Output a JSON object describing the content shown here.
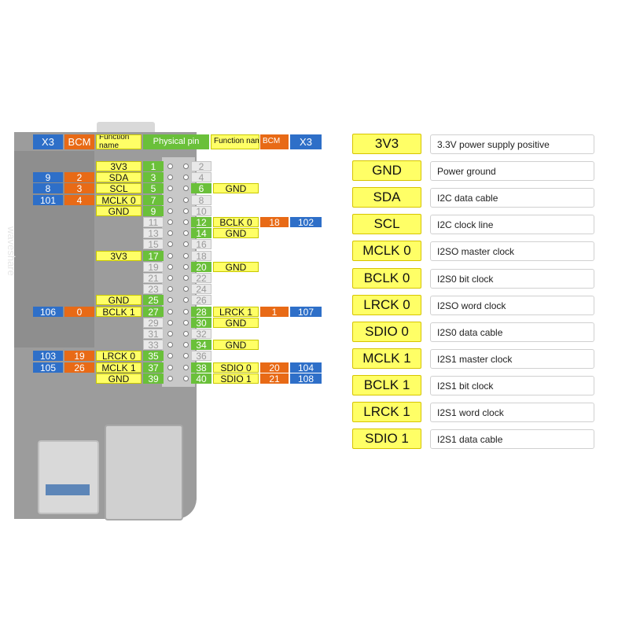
{
  "header": {
    "x3_left": "X3",
    "bcm": "BCM",
    "function_name_left": "Function name",
    "physical_pin": "Physical pin",
    "function_name_right": "Function name",
    "bcm_right": "BCM",
    "x3_right": "X3"
  },
  "board": {
    "brand": "waveshare"
  },
  "left_pins": [
    {
      "pin": "1",
      "func": "3V3",
      "bcm": "",
      "x3": "",
      "active": true
    },
    {
      "pin": "3",
      "func": "SDA",
      "bcm": "2",
      "x3": "9",
      "active": true
    },
    {
      "pin": "5",
      "func": "SCL",
      "bcm": "3",
      "x3": "8",
      "active": true
    },
    {
      "pin": "7",
      "func": "MCLK 0",
      "bcm": "4",
      "x3": "101",
      "active": true
    },
    {
      "pin": "9",
      "func": "GND",
      "bcm": "",
      "x3": "",
      "active": true
    },
    {
      "pin": "11",
      "func": "",
      "bcm": "",
      "x3": "",
      "active": false
    },
    {
      "pin": "13",
      "func": "",
      "bcm": "",
      "x3": "",
      "active": false
    },
    {
      "pin": "15",
      "func": "",
      "bcm": "",
      "x3": "",
      "active": false
    },
    {
      "pin": "17",
      "func": "3V3",
      "bcm": "",
      "x3": "",
      "active": true
    },
    {
      "pin": "19",
      "func": "",
      "bcm": "",
      "x3": "",
      "active": false
    },
    {
      "pin": "21",
      "func": "",
      "bcm": "",
      "x3": "",
      "active": false
    },
    {
      "pin": "23",
      "func": "",
      "bcm": "",
      "x3": "",
      "active": false
    },
    {
      "pin": "25",
      "func": "GND",
      "bcm": "",
      "x3": "",
      "active": true
    },
    {
      "pin": "27",
      "func": "BCLK 1",
      "bcm": "0",
      "x3": "106",
      "active": true
    },
    {
      "pin": "29",
      "func": "",
      "bcm": "",
      "x3": "",
      "active": false
    },
    {
      "pin": "31",
      "func": "",
      "bcm": "",
      "x3": "",
      "active": false
    },
    {
      "pin": "33",
      "func": "",
      "bcm": "",
      "x3": "",
      "active": false
    },
    {
      "pin": "35",
      "func": "LRCK 0",
      "bcm": "19",
      "x3": "103",
      "active": true
    },
    {
      "pin": "37",
      "func": "MCLK 1",
      "bcm": "26",
      "x3": "105",
      "active": true
    },
    {
      "pin": "39",
      "func": "GND",
      "bcm": "",
      "x3": "",
      "active": true
    }
  ],
  "right_pins": [
    {
      "pin": "2",
      "func": "",
      "bcm": "",
      "x3": "",
      "active": false
    },
    {
      "pin": "4",
      "func": "",
      "bcm": "",
      "x3": "",
      "active": false
    },
    {
      "pin": "6",
      "func": "GND",
      "bcm": "",
      "x3": "",
      "active": true
    },
    {
      "pin": "8",
      "func": "",
      "bcm": "",
      "x3": "",
      "active": false
    },
    {
      "pin": "10",
      "func": "",
      "bcm": "",
      "x3": "",
      "active": false
    },
    {
      "pin": "12",
      "func": "BCLK 0",
      "bcm": "18",
      "x3": "102",
      "active": true
    },
    {
      "pin": "14",
      "func": "GND",
      "bcm": "",
      "x3": "",
      "active": true
    },
    {
      "pin": "16",
      "func": "",
      "bcm": "",
      "x3": "",
      "active": false
    },
    {
      "pin": "18",
      "func": "",
      "bcm": "",
      "x3": "",
      "active": false
    },
    {
      "pin": "20",
      "func": "GND",
      "bcm": "",
      "x3": "",
      "active": true
    },
    {
      "pin": "22",
      "func": "",
      "bcm": "",
      "x3": "",
      "active": false
    },
    {
      "pin": "24",
      "func": "",
      "bcm": "",
      "x3": "",
      "active": false
    },
    {
      "pin": "26",
      "func": "",
      "bcm": "",
      "x3": "",
      "active": false
    },
    {
      "pin": "28",
      "func": "LRCK 1",
      "bcm": "1",
      "x3": "107",
      "active": true
    },
    {
      "pin": "30",
      "func": "GND",
      "bcm": "",
      "x3": "",
      "active": true
    },
    {
      "pin": "32",
      "func": "",
      "bcm": "",
      "x3": "",
      "active": false
    },
    {
      "pin": "34",
      "func": "GND",
      "bcm": "",
      "x3": "",
      "active": true
    },
    {
      "pin": "36",
      "func": "",
      "bcm": "",
      "x3": "",
      "active": false
    },
    {
      "pin": "38",
      "func": "SDIO 0",
      "bcm": "20",
      "x3": "104",
      "active": true
    },
    {
      "pin": "40",
      "func": "SDIO 1",
      "bcm": "21",
      "x3": "108",
      "active": true
    }
  ],
  "legend": [
    {
      "name": "3V3",
      "desc": "3.3V power supply positive"
    },
    {
      "name": "GND",
      "desc": "Power ground"
    },
    {
      "name": "SDA",
      "desc": "I2C data cable"
    },
    {
      "name": "SCL",
      "desc": "I2C clock line"
    },
    {
      "name": "MCLK 0",
      "desc": "I2SO master clock"
    },
    {
      "name": "BCLK 0",
      "desc": "I2S0 bit clock"
    },
    {
      "name": "LRCK 0",
      "desc": "I2SO word clock"
    },
    {
      "name": "SDIO 0",
      "desc": "I2S0 data cable"
    },
    {
      "name": "MCLK 1",
      "desc": "I2S1 master clock"
    },
    {
      "name": "BCLK 1",
      "desc": "I2S1 bit clock"
    },
    {
      "name": "LRCK 1",
      "desc": "I2S1 word clock"
    },
    {
      "name": "SDIO 1",
      "desc": "I2S1 data cable"
    }
  ],
  "colors": {
    "x3": "#2e6fc8",
    "bcm": "#e86a16",
    "function": "#ffff66",
    "pin_active": "#6ac03a",
    "pin_inactive": "#e9e9e9"
  }
}
